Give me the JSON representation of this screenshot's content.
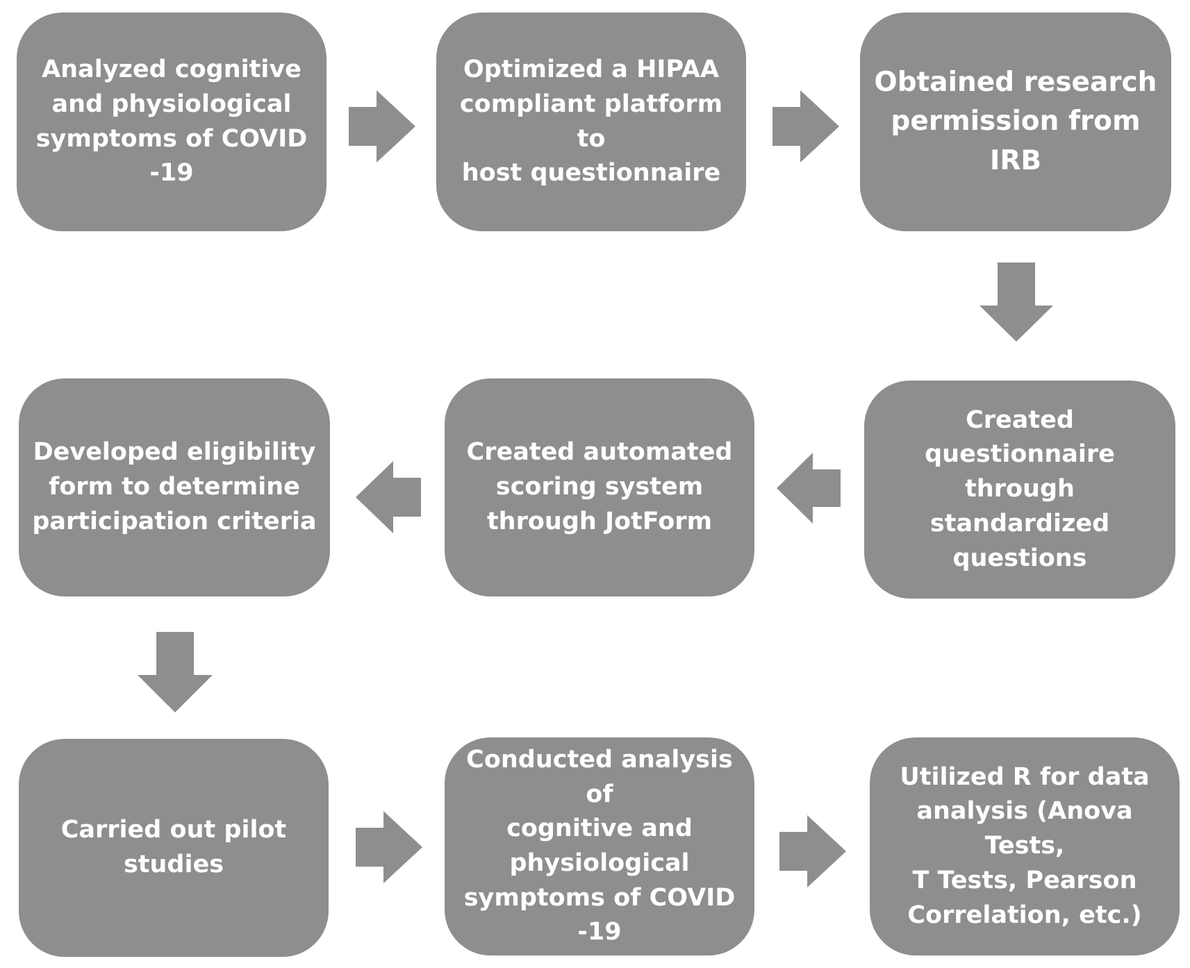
{
  "colors": {
    "box": "#8e8e8e",
    "arrow": "#8e8e8e",
    "text": "#ffffff",
    "background": "#ffffff"
  },
  "steps": [
    {
      "label": "Analyzed cognitive\nand physiological\nsymptoms of COVID\n-19"
    },
    {
      "label": "Optimized a HIPAA\ncompliant platform to\nhost questionnaire"
    },
    {
      "label": "Obtained research\npermission from IRB"
    },
    {
      "label": "Created questionnaire\nthrough standardized\nquestions"
    },
    {
      "label": "Created automated\nscoring system\nthrough JotForm"
    },
    {
      "label": "Developed eligibility\nform to determine\nparticipation criteria"
    },
    {
      "label": "Carried out pilot\nstudies"
    },
    {
      "label": "Conducted analysis of\ncognitive and\nphysiological\nsymptoms of COVID\n-19"
    },
    {
      "label": "Utilized R for data\nanalysis (Anova Tests,\nT Tests, Pearson\nCorrelation, etc.)"
    }
  ],
  "arrows": [
    {
      "from": 1,
      "to": 2,
      "direction": "right"
    },
    {
      "from": 2,
      "to": 3,
      "direction": "right"
    },
    {
      "from": 3,
      "to": 4,
      "direction": "down"
    },
    {
      "from": 4,
      "to": 5,
      "direction": "left"
    },
    {
      "from": 5,
      "to": 6,
      "direction": "left"
    },
    {
      "from": 6,
      "to": 7,
      "direction": "down"
    },
    {
      "from": 7,
      "to": 8,
      "direction": "right"
    },
    {
      "from": 8,
      "to": 9,
      "direction": "right"
    }
  ]
}
